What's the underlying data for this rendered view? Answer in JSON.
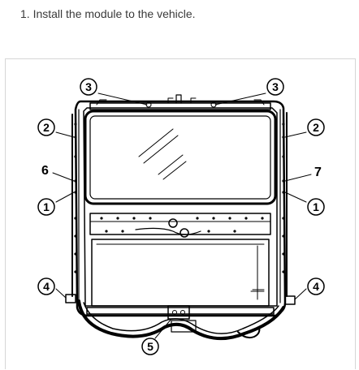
{
  "instruction": {
    "step_text": "1. Install the module to the vehicle."
  },
  "figure": {
    "callouts": {
      "c1_left": "1",
      "c1_right": "1",
      "c2_left": "2",
      "c2_right": "2",
      "c3_left": "3",
      "c3_right": "3",
      "c4_left": "4",
      "c4_right": "4",
      "c5": "5"
    },
    "labels": {
      "l6": "6",
      "l7": "7"
    }
  }
}
